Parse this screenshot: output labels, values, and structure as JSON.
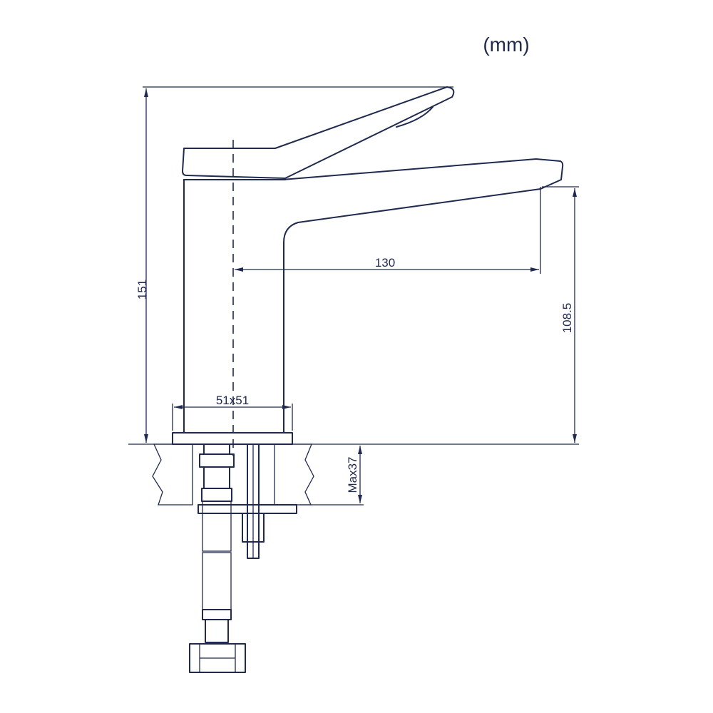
{
  "unit_label": "(mm)",
  "dimensions": {
    "total_height": "151",
    "spout_reach": "130",
    "spout_height": "108.5",
    "base_size": "51x51",
    "max_counter_thickness": "Max37"
  },
  "colors": {
    "line": "#1f2a4e",
    "background": "#ffffff"
  }
}
